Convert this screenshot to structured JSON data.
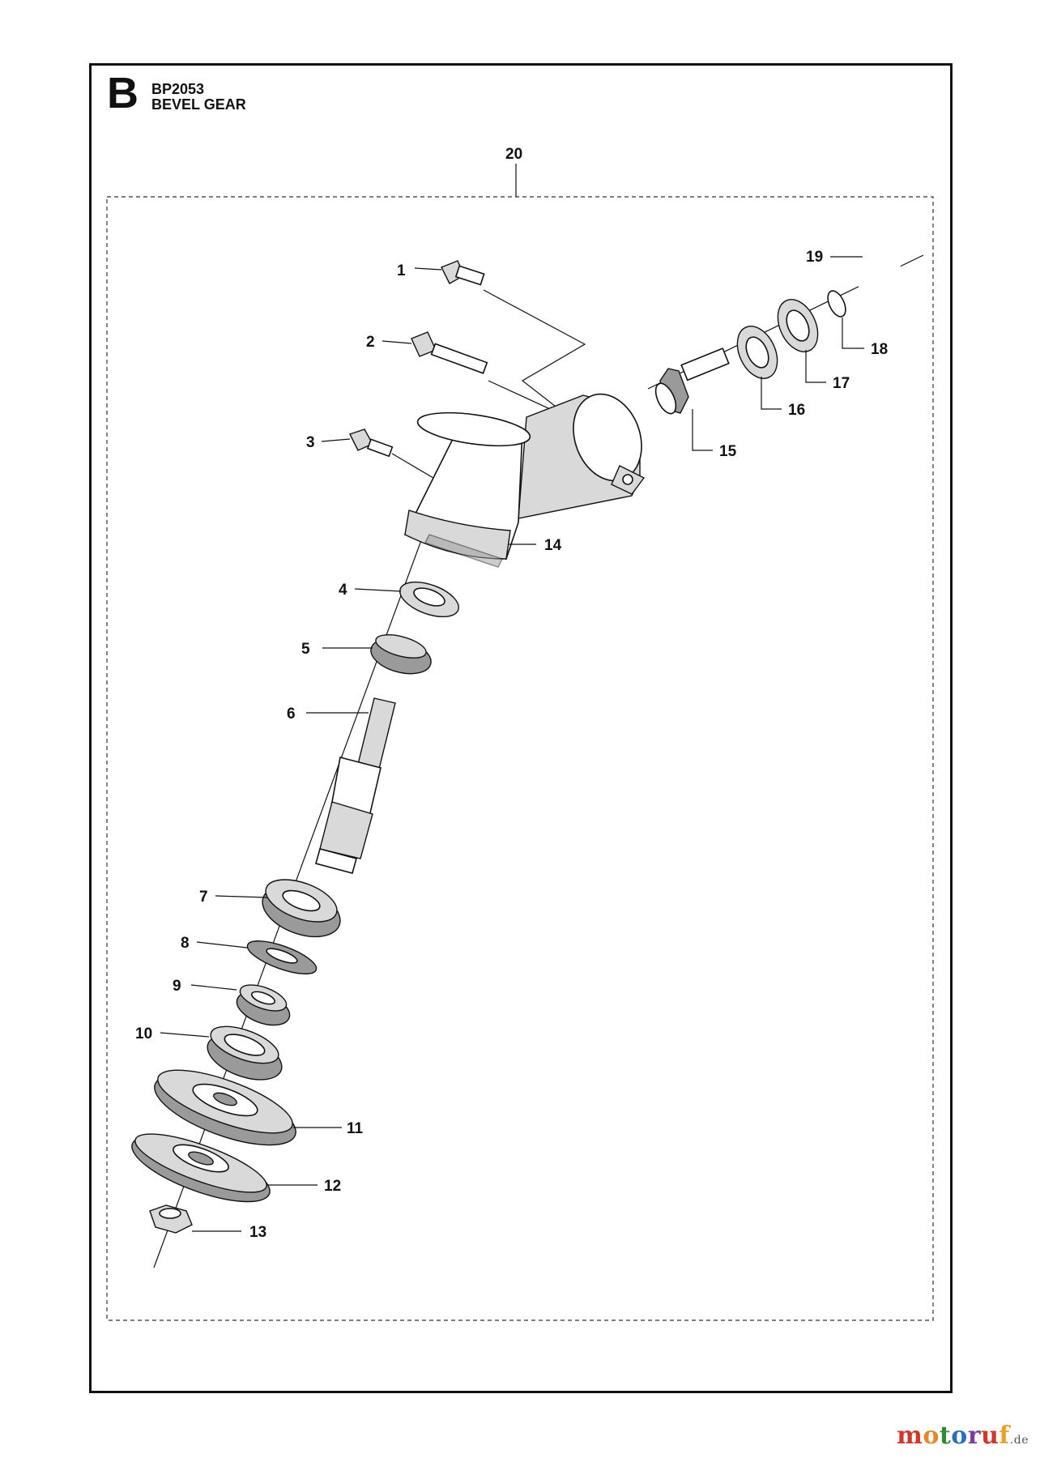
{
  "header": {
    "section_letter": "B",
    "doc_id": "BP2053",
    "title": "BEVEL GEAR"
  },
  "callouts": [
    {
      "id": "1",
      "label": "1"
    },
    {
      "id": "2",
      "label": "2"
    },
    {
      "id": "3",
      "label": "3"
    },
    {
      "id": "4",
      "label": "4"
    },
    {
      "id": "5",
      "label": "5"
    },
    {
      "id": "6",
      "label": "6"
    },
    {
      "id": "7",
      "label": "7"
    },
    {
      "id": "8",
      "label": "8"
    },
    {
      "id": "9",
      "label": "9"
    },
    {
      "id": "10",
      "label": "10"
    },
    {
      "id": "11",
      "label": "11"
    },
    {
      "id": "12",
      "label": "12"
    },
    {
      "id": "13",
      "label": "13"
    },
    {
      "id": "14",
      "label": "14"
    },
    {
      "id": "15",
      "label": "15"
    },
    {
      "id": "16",
      "label": "16"
    },
    {
      "id": "17",
      "label": "17"
    },
    {
      "id": "18",
      "label": "18"
    },
    {
      "id": "19",
      "label": "19"
    },
    {
      "id": "20",
      "label": "20"
    }
  ],
  "watermark": {
    "letters": [
      "m",
      "o",
      "t",
      "o",
      "r",
      "u",
      "f"
    ],
    "colors": [
      "#d2372b",
      "#e8862a",
      "#2e8b3a",
      "#2a6fbf",
      "#7a3fa0",
      "#d2372b",
      "#e8a22a"
    ],
    "tld": ".de"
  }
}
